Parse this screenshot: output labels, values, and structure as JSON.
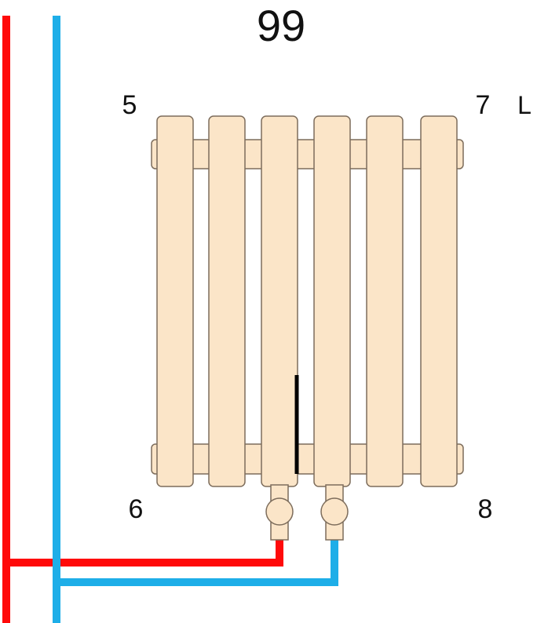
{
  "title": "99",
  "corner_labels": {
    "top_left": "5",
    "top_right": "7",
    "side": "L",
    "bottom_left": "6",
    "bottom_right": "8"
  },
  "colors": {
    "radiator_fill": "#fbe5c8",
    "radiator_stroke": "#7d6d5c",
    "hot_pipe": "#ff0a0a",
    "cold_pipe": "#1eaee8",
    "divider": "#000000"
  },
  "radiator": {
    "section_count": 6
  }
}
